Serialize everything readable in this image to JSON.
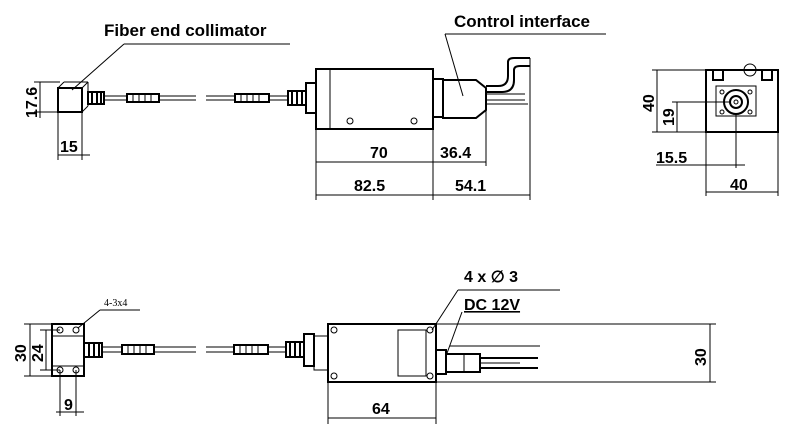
{
  "labels": {
    "fiber_collimator": "Fiber end collimator",
    "control_interface": "Control interface",
    "holes": "4 x ∅ 3",
    "voltage": "DC 12V",
    "screw_note": "4-3x4"
  },
  "dimensions": {
    "collimator_height": "17.6",
    "collimator_width": "15",
    "body_length": "70",
    "interface_length": "36.4",
    "total_left": "82.5",
    "total_right": "54.1",
    "side_height": "40",
    "side_offset": "19",
    "side_hole_x": "15.5",
    "side_width": "40",
    "bottom_height_outer": "30",
    "bottom_height_inner": "24",
    "bottom_collimator_width": "9",
    "bottom_body_width": "64",
    "bottom_right_height": "30"
  }
}
